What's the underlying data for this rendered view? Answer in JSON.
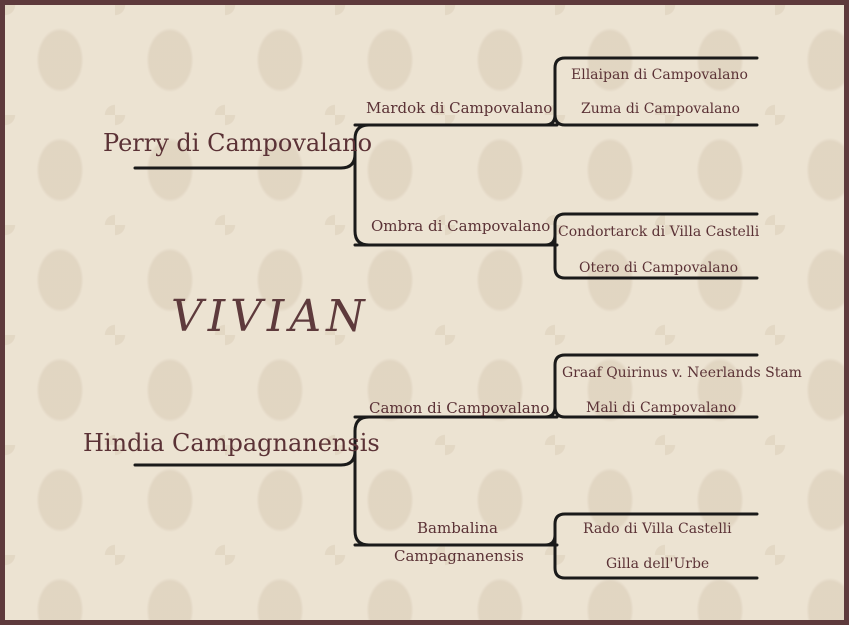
{
  "title": "VIVIAN",
  "sire": {
    "name": "Perry di Campovalano",
    "sire": {
      "name": "Mardok di Campovalano",
      "sire": "Ellaipan di Campovalano",
      "dam": "Zuma di Campovalano"
    },
    "dam": {
      "name": "Ombra di Campovalano",
      "sire": "Condortarck di Villa Castelli",
      "dam": "Otero di Campovalano"
    }
  },
  "dam": {
    "name": "Hindia Campagnanensis",
    "sire": {
      "name": "Camon di Campovalano",
      "sire": "Graaf Quirinus v. Neerlands Stam",
      "dam": "Mali di Campovalano"
    },
    "dam": {
      "name_line1": "Bambalina",
      "name_line2": "Campagnanensis",
      "sire": "Rado di Villa Castelli",
      "dam": "Gilla dell'Urbe"
    }
  },
  "colors": {
    "text": "#5b3236",
    "frame": "#5e3a3c",
    "background": "#ece3d2",
    "line": "#1a1a1a"
  }
}
